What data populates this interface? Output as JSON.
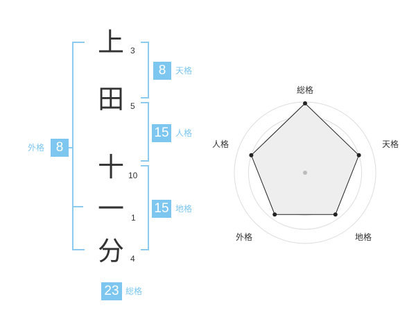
{
  "name": {
    "chars": [
      {
        "char": "上",
        "strokes": "3"
      },
      {
        "char": "田",
        "strokes": "5"
      },
      {
        "char": "十",
        "strokes": "10"
      },
      {
        "char": "一",
        "strokes": "1"
      },
      {
        "char": "分",
        "strokes": "4"
      }
    ]
  },
  "kakusu": {
    "tenkaku": {
      "value": "8",
      "label": "天格"
    },
    "jinkaku": {
      "value": "15",
      "label": "人格"
    },
    "chikaku": {
      "value": "15",
      "label": "地格"
    },
    "gaikaku": {
      "value": "8",
      "label": "外格"
    },
    "soukaku": {
      "value": "23",
      "label": "総格"
    }
  },
  "radar": {
    "axes": [
      "総格",
      "天格",
      "地格",
      "外格",
      "人格"
    ],
    "values": [
      0.98,
      0.8,
      0.73,
      0.73,
      0.8
    ]
  },
  "colors": {
    "accent": "#7cc6f0",
    "bracket": "#8ccaf0",
    "radar_fill": "#eeeeee",
    "radar_ring": "#dddddd",
    "radar_line": "#222222"
  }
}
